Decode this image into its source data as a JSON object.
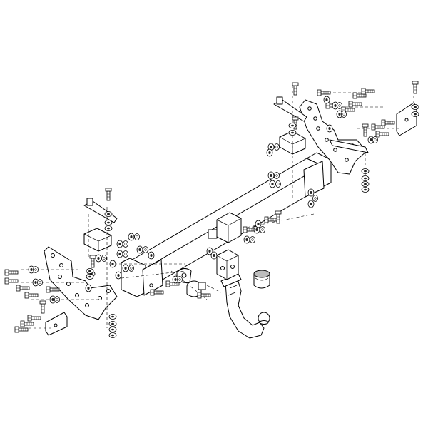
{
  "diagram": {
    "parts": [
      {
        "name": "crossbar",
        "icon": "crossbar-icon"
      },
      {
        "name": "left-side-bracket",
        "icon": "bracket-icon"
      },
      {
        "name": "right-side-bracket",
        "icon": "bracket-icon"
      },
      {
        "name": "tow-ball-neck",
        "icon": "tow-ball-icon"
      },
      {
        "name": "ball-cap",
        "icon": "cap-icon"
      },
      {
        "name": "socket-plate",
        "icon": "socket-plate-icon"
      },
      {
        "name": "electrical-socket",
        "icon": "socket-icon"
      },
      {
        "name": "bolts",
        "icon": "bolt-icon"
      },
      {
        "name": "nuts-and-washers",
        "icon": "nut-icon"
      }
    ],
    "colors": {
      "line": "#000000",
      "background": "#ffffff",
      "shade": "#bdbdbd"
    }
  }
}
